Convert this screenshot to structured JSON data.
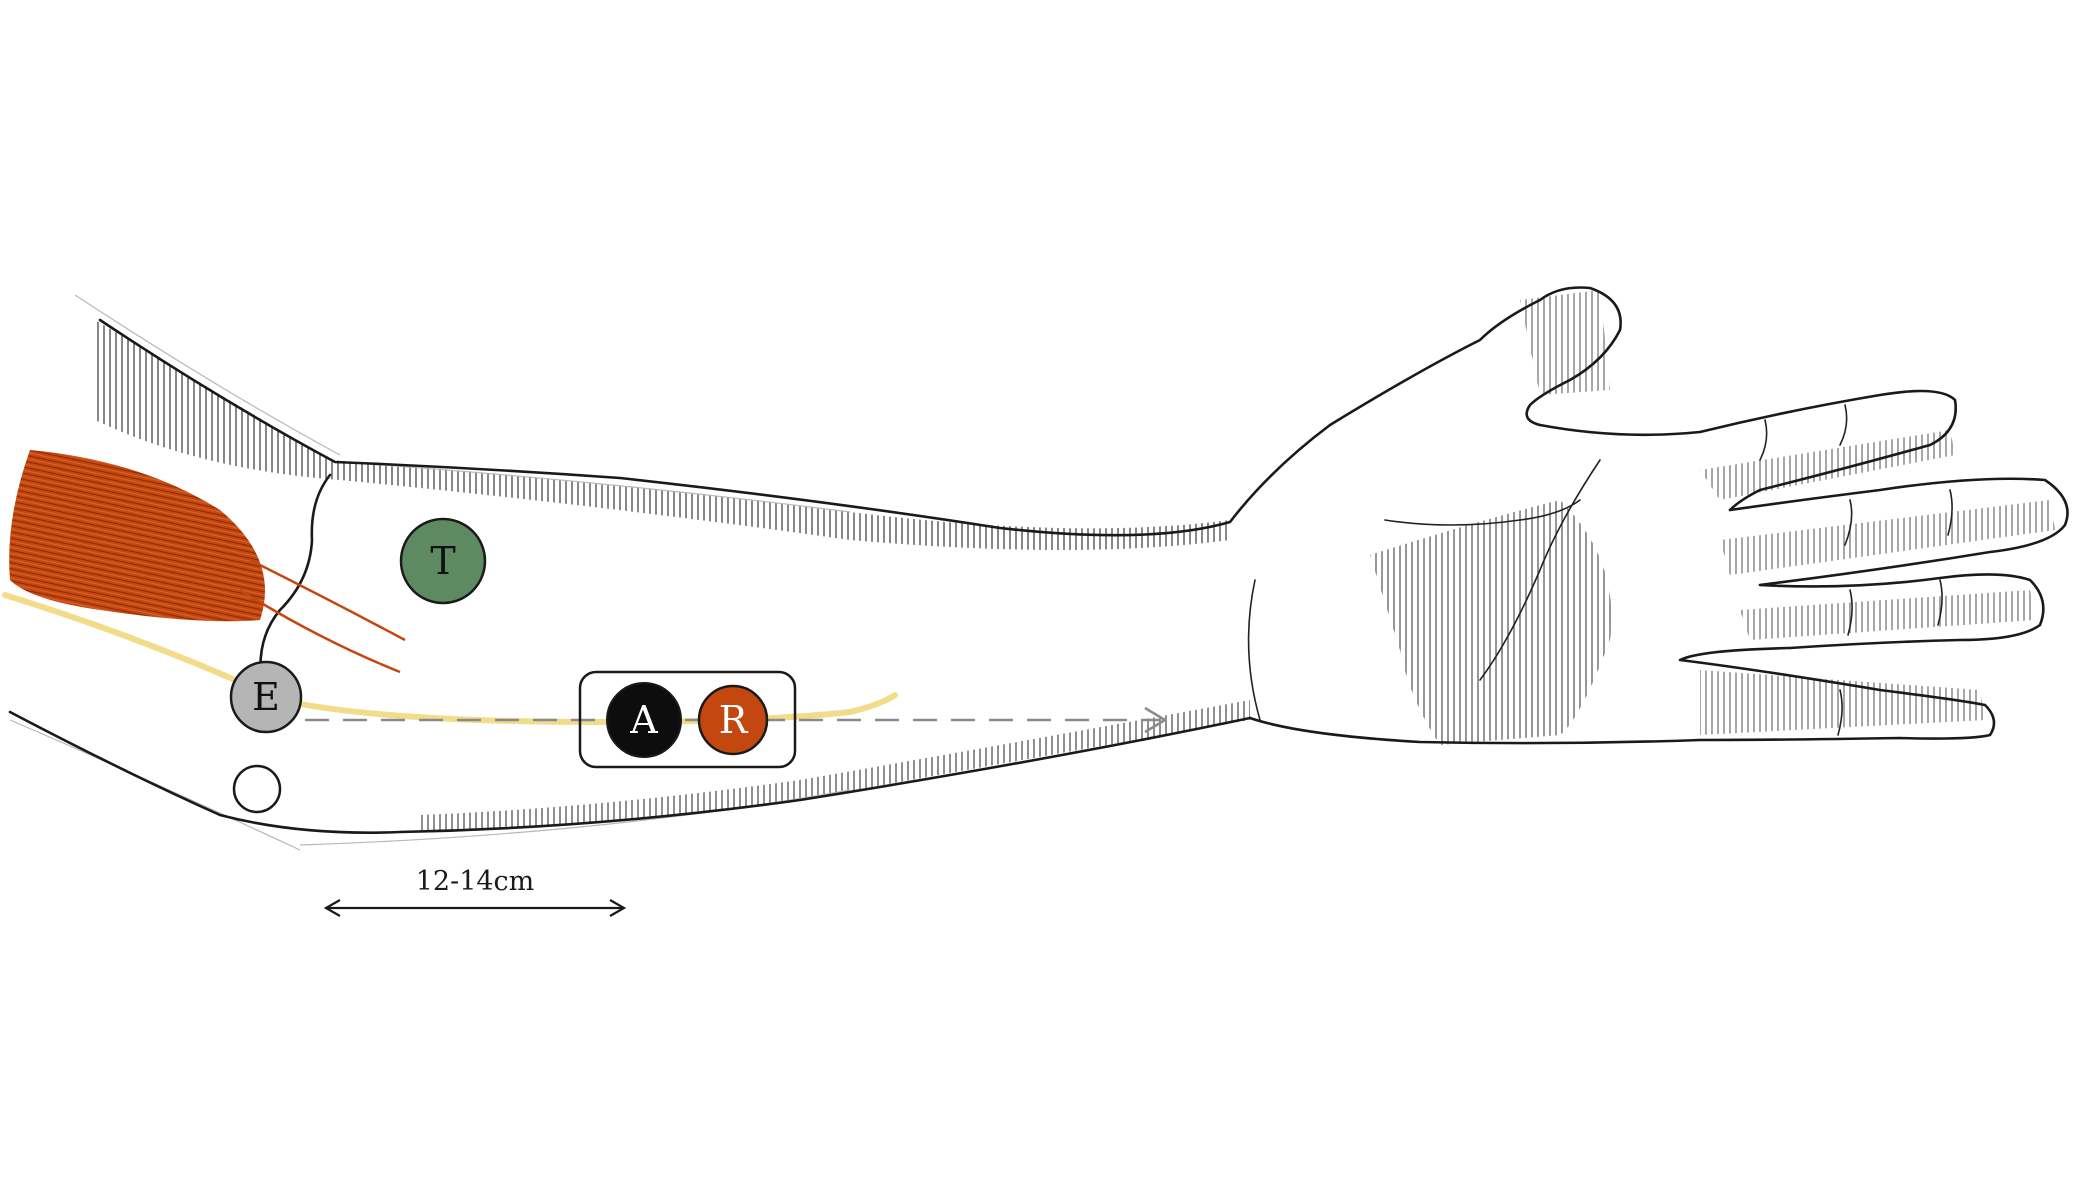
{
  "markers": {
    "t": {
      "label": "T",
      "fill": "#5e8a62",
      "text_color": "#111111"
    },
    "e": {
      "label": "E",
      "fill": "#b5b5b5",
      "text_color": "#111111"
    },
    "a": {
      "label": "A",
      "fill": "#0d0d0d",
      "text_color": "#ffffff"
    },
    "r": {
      "label": "R",
      "fill": "#c4470f",
      "text_color": "#ffffff"
    },
    "empty": {
      "label": "",
      "fill": "#ffffff",
      "text_color": "#111111"
    }
  },
  "measurement": {
    "label": "12-14cm"
  },
  "colors": {
    "muscle": "#c4470f",
    "nerve": "#f2dc8a",
    "outline": "#1a1a1a",
    "hatch": "#1a1a1a",
    "guide_arrow": "#8a8a8a"
  }
}
